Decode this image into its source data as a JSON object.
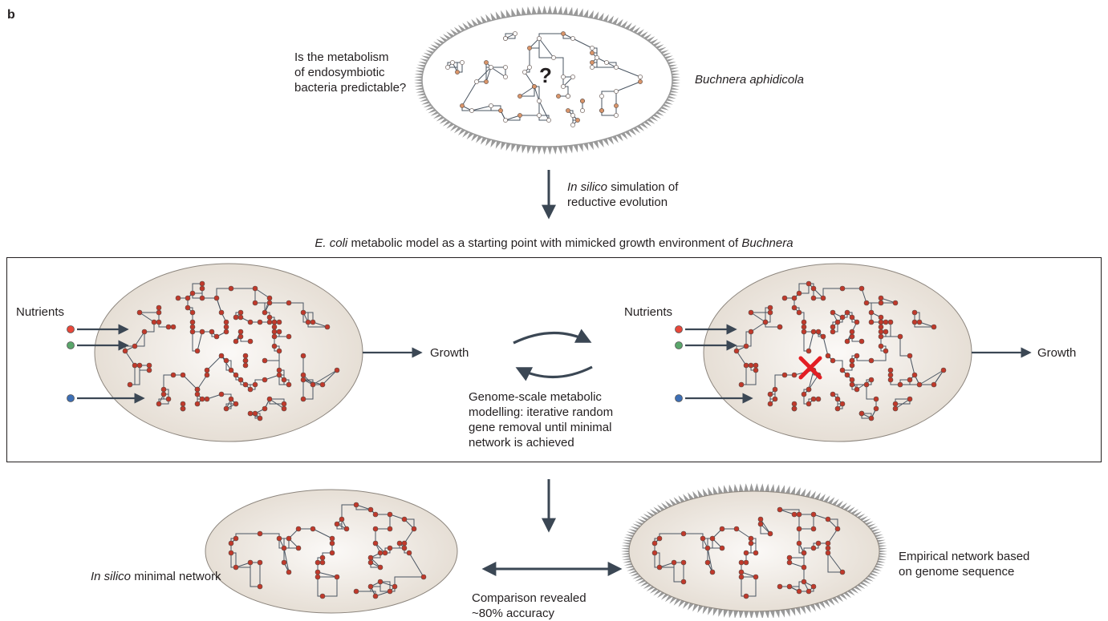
{
  "panel_letter": "b",
  "top": {
    "question": [
      "Is the metabolism",
      "of endosymbiotic",
      "bacteria predictable?"
    ],
    "organism": "Buchnera aphidicola",
    "unknown_mark": "?"
  },
  "step1": {
    "italic": "In silico",
    "text_rest": " simulation of",
    "text_line2": "reductive evolution"
  },
  "model_caption": {
    "italic1": "E. coli",
    "mid": " metabolic model as a starting point with mimicked growth environment of ",
    "italic2": "Buchnera"
  },
  "middle": {
    "nutrients_left": "Nutrients",
    "nutrients_right": "Nutrients",
    "growth_left": "Growth",
    "growth_right": "Growth",
    "modelling_text": [
      "Genome-scale metabolic",
      "modelling: iterative random",
      "gene removal until minimal",
      "network is achieved"
    ]
  },
  "bottom": {
    "minimal_italic": "In silico",
    "minimal_rest": " minimal network",
    "empirical": [
      "Empirical network based",
      "on genome sequence"
    ],
    "comparison": [
      "Comparison revealed",
      "~80% accuracy"
    ]
  },
  "colors": {
    "cell_fill": "#ece6df",
    "node_red": "#c0392b",
    "node_orange": "#d9956a",
    "arrow": "#3b4754",
    "cross": "#e31e24",
    "nutrient_red": "#e8473a",
    "nutrient_green": "#5aa66b",
    "nutrient_blue": "#3d6fb5"
  }
}
